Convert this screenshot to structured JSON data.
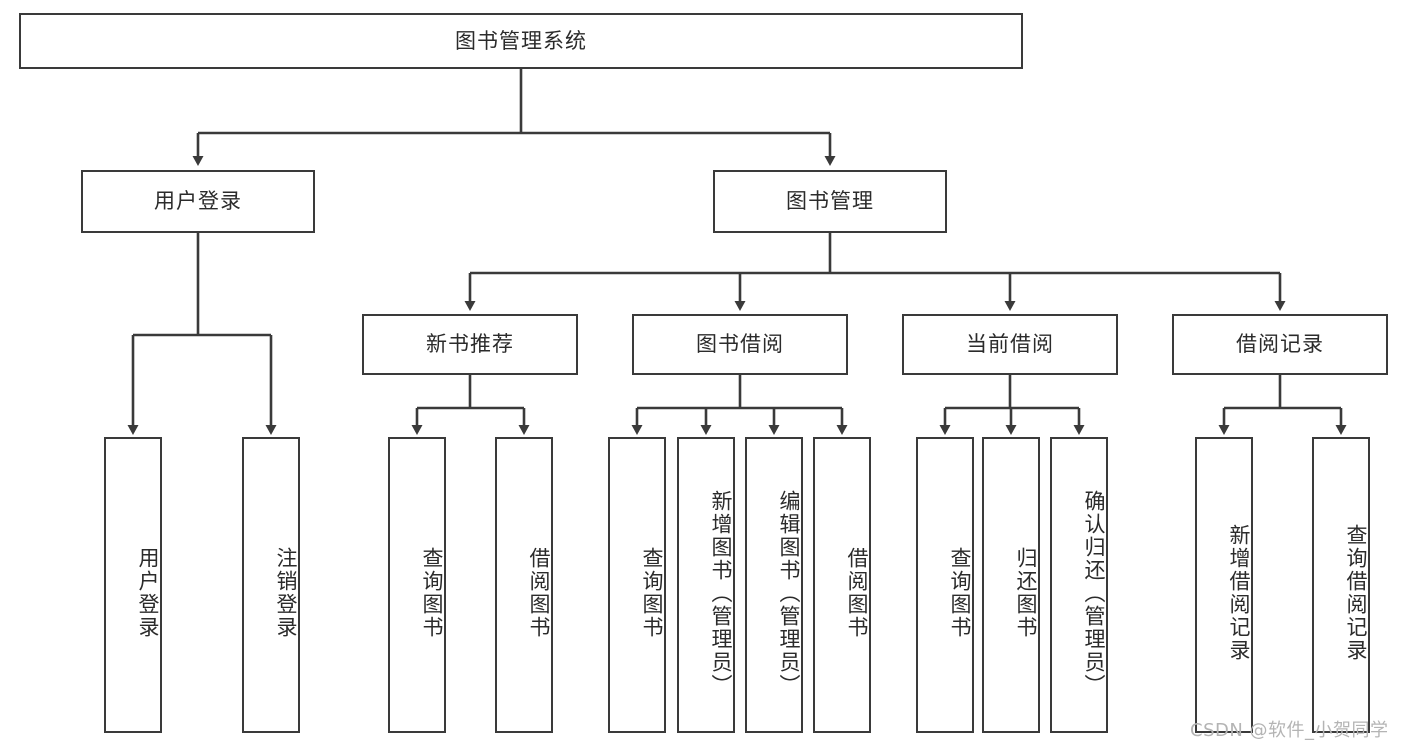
{
  "diagram": {
    "title": "图书管理系统",
    "root": {
      "label": "图书管理系统"
    },
    "level2": [
      {
        "label": "用户登录"
      },
      {
        "label": "图书管理"
      }
    ],
    "level3": [
      {
        "label": "新书推荐"
      },
      {
        "label": "图书借阅"
      },
      {
        "label": "当前借阅"
      },
      {
        "label": "借阅记录"
      }
    ],
    "leaves": {
      "user_login": [
        {
          "label": "用户登录"
        },
        {
          "label": "注销登录"
        }
      ],
      "new_book_recommend": [
        {
          "label": "查询图书"
        },
        {
          "label": "借阅图书"
        }
      ],
      "book_borrow": [
        {
          "label": "查询图书"
        },
        {
          "label": "新增图书（管理员）"
        },
        {
          "label": "编辑图书（管理员）"
        },
        {
          "label": "借阅图书"
        }
      ],
      "current_borrow": [
        {
          "label": "查询图书"
        },
        {
          "label": "归还图书"
        },
        {
          "label": "确认归还（管理员）"
        }
      ],
      "borrow_record": [
        {
          "label": "新增借阅记录"
        },
        {
          "label": "查询借阅记录"
        }
      ]
    },
    "watermark": "CSDN @软件_小贺同学",
    "colors": {
      "stroke": "#3a3a3a",
      "text": "#2b2b2b",
      "background": "#ffffff",
      "watermark": "#b4b4b4"
    }
  }
}
